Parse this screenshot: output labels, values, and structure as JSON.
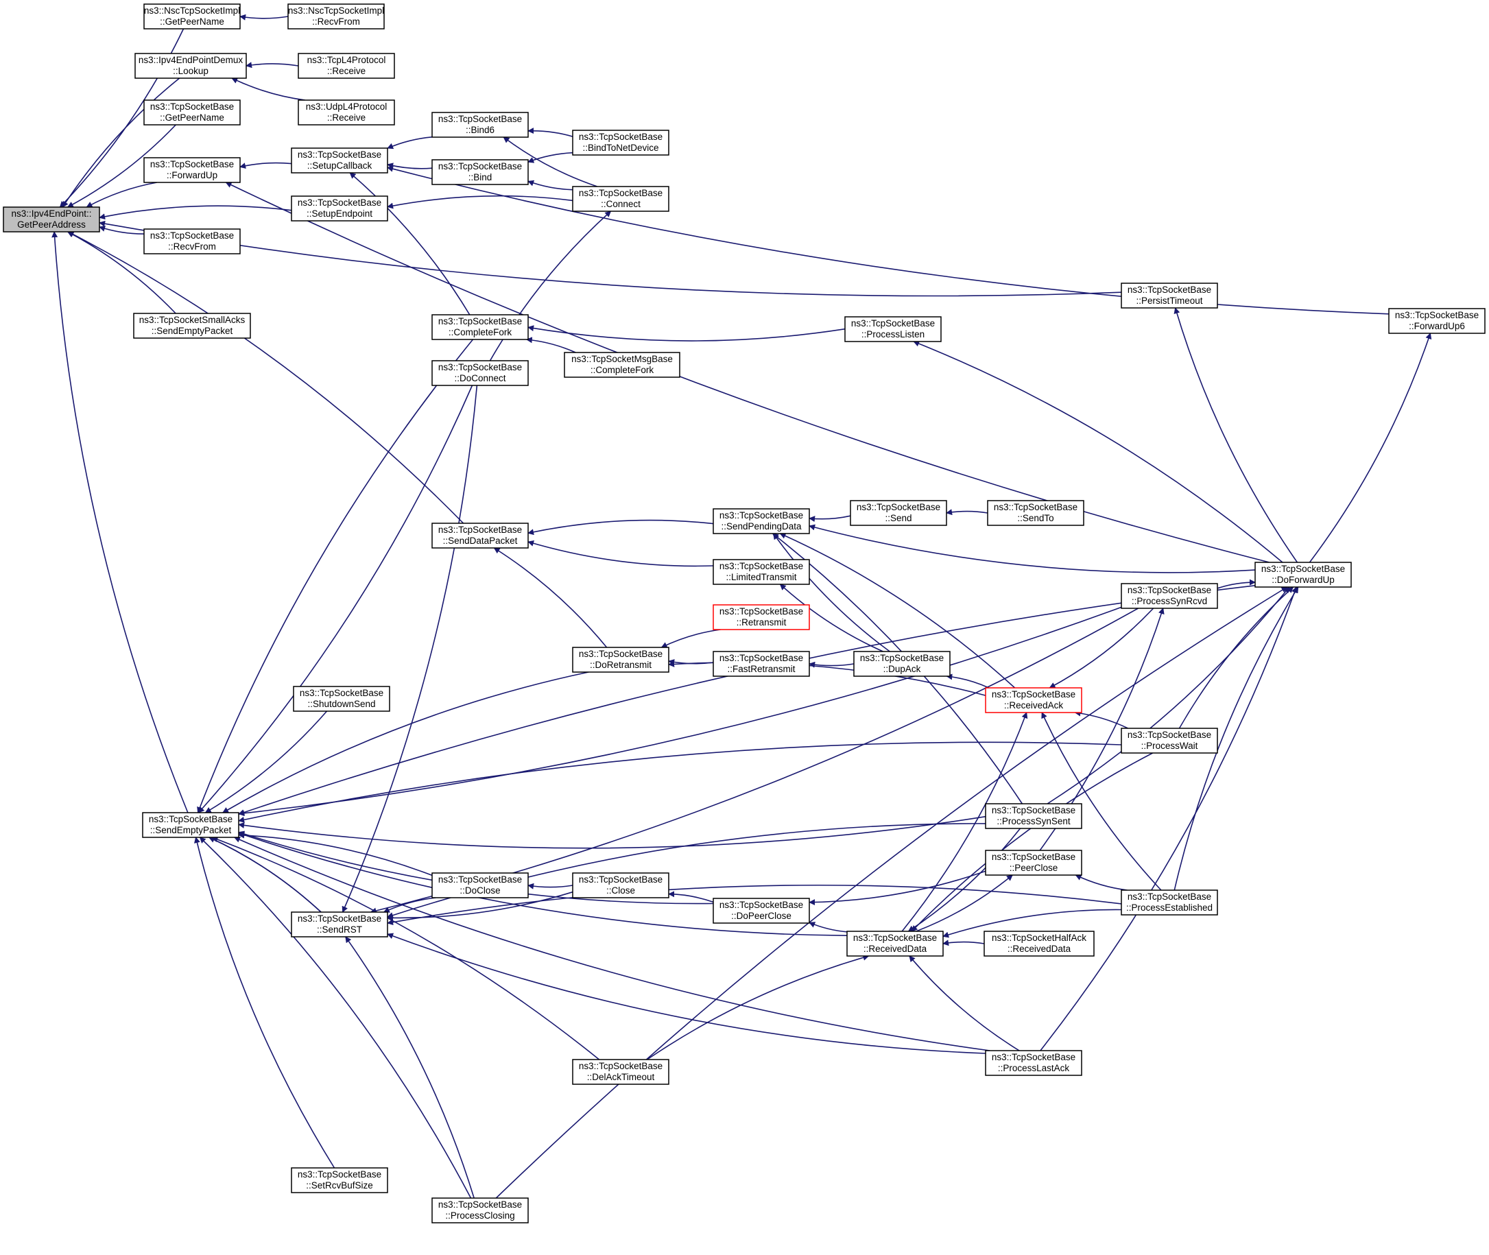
{
  "colors": {
    "edge": "#191970",
    "root_fill": "#bfbfbf",
    "highlight_border": "#ff0000",
    "node_fill": "#ffffff"
  },
  "nodes": [
    {
      "id": "n0",
      "line1": "ns3::Ipv4EndPoint::",
      "line2": "GetPeerAddress",
      "style": "root"
    },
    {
      "id": "n1",
      "line1": "ns3::NscTcpSocketImpl",
      "line2": "::GetPeerName"
    },
    {
      "id": "n2",
      "line1": "ns3::NscTcpSocketImpl",
      "line2": "::RecvFrom"
    },
    {
      "id": "n3",
      "line1": "ns3::Ipv4EndPointDemux",
      "line2": "::Lookup"
    },
    {
      "id": "n4",
      "line1": "ns3::TcpL4Protocol",
      "line2": "::Receive"
    },
    {
      "id": "n5",
      "line1": "ns3::UdpL4Protocol",
      "line2": "::Receive"
    },
    {
      "id": "n6",
      "line1": "ns3::TcpSocketBase",
      "line2": "::GetPeerName"
    },
    {
      "id": "n7",
      "line1": "ns3::TcpSocketBase",
      "line2": "::ForwardUp"
    },
    {
      "id": "n8",
      "line1": "ns3::TcpSocketBase",
      "line2": "::RecvFrom"
    },
    {
      "id": "n9",
      "line1": "ns3::TcpSocketSmallAcks",
      "line2": "::SendEmptyPacket"
    },
    {
      "id": "n10",
      "line1": "ns3::TcpSocketBase",
      "line2": "::SendEmptyPacket"
    },
    {
      "id": "n11",
      "line1": "ns3::TcpSocketBase",
      "line2": "::SetupCallback"
    },
    {
      "id": "n12",
      "line1": "ns3::TcpSocketBase",
      "line2": "::SetupEndpoint"
    },
    {
      "id": "n13",
      "line1": "ns3::TcpSocketBase",
      "line2": "::Bind6"
    },
    {
      "id": "n14",
      "line1": "ns3::TcpSocketBase",
      "line2": "::Bind"
    },
    {
      "id": "n15",
      "line1": "ns3::TcpSocketBase",
      "line2": "::BindToNetDevice"
    },
    {
      "id": "n16",
      "line1": "ns3::TcpSocketBase",
      "line2": "::Connect"
    },
    {
      "id": "n17",
      "line1": "ns3::TcpSocketBase",
      "line2": "::CompleteFork"
    },
    {
      "id": "n18",
      "line1": "ns3::TcpSocketBase",
      "line2": "::DoConnect"
    },
    {
      "id": "n19",
      "line1": "ns3::TcpSocketMsgBase",
      "line2": "::CompleteFork"
    },
    {
      "id": "n20",
      "line1": "ns3::TcpSocketBase",
      "line2": "::ProcessListen"
    },
    {
      "id": "n21",
      "line1": "ns3::TcpSocketBase",
      "line2": "::PersistTimeout"
    },
    {
      "id": "n22",
      "line1": "ns3::TcpSocketBase",
      "line2": "::ForwardUp6"
    },
    {
      "id": "n23",
      "line1": "ns3::TcpSocketBase",
      "line2": "::DoForwardUp"
    },
    {
      "id": "n24",
      "line1": "ns3::TcpSocketBase",
      "line2": "::SendDataPacket"
    },
    {
      "id": "n25",
      "line1": "ns3::TcpSocketBase",
      "line2": "::SendPendingData"
    },
    {
      "id": "n26",
      "line1": "ns3::TcpSocketBase",
      "line2": "::Send"
    },
    {
      "id": "n27",
      "line1": "ns3::TcpSocketBase",
      "line2": "::SendTo"
    },
    {
      "id": "n28",
      "line1": "ns3::TcpSocketBase",
      "line2": "::LimitedTransmit"
    },
    {
      "id": "n29",
      "line1": "ns3::TcpSocketBase",
      "line2": "::Retransmit",
      "style": "red"
    },
    {
      "id": "n30",
      "line1": "ns3::TcpSocketBase",
      "line2": "::DoRetransmit"
    },
    {
      "id": "n31",
      "line1": "ns3::TcpSocketBase",
      "line2": "::FastRetransmit"
    },
    {
      "id": "n32",
      "line1": "ns3::TcpSocketBase",
      "line2": "::DupAck"
    },
    {
      "id": "n33",
      "line1": "ns3::TcpSocketBase",
      "line2": "::ReceivedAck",
      "style": "red"
    },
    {
      "id": "n34",
      "line1": "ns3::TcpSocketBase",
      "line2": "::ProcessSynRcvd"
    },
    {
      "id": "n35",
      "line1": "ns3::TcpSocketBase",
      "line2": "::ProcessWait"
    },
    {
      "id": "n36",
      "line1": "ns3::TcpSocketBase",
      "line2": "::ShutdownSend"
    },
    {
      "id": "n37",
      "line1": "ns3::TcpSocketBase",
      "line2": "::ProcessSynSent"
    },
    {
      "id": "n38",
      "line1": "ns3::TcpSocketBase",
      "line2": "::PeerClose"
    },
    {
      "id": "n39",
      "line1": "ns3::TcpSocketBase",
      "line2": "::ProcessEstablished"
    },
    {
      "id": "n40",
      "line1": "ns3::TcpSocketBase",
      "line2": "::DoClose"
    },
    {
      "id": "n41",
      "line1": "ns3::TcpSocketBase",
      "line2": "::Close"
    },
    {
      "id": "n42",
      "line1": "ns3::TcpSocketBase",
      "line2": "::DoPeerClose"
    },
    {
      "id": "n43",
      "line1": "ns3::TcpSocketBase",
      "line2": "::SendRST"
    },
    {
      "id": "n44",
      "line1": "ns3::TcpSocketBase",
      "line2": "::ReceivedData"
    },
    {
      "id": "n45",
      "line1": "ns3::TcpSocketHalfAck",
      "line2": "::ReceivedData"
    },
    {
      "id": "n46",
      "line1": "ns3::TcpSocketBase",
      "line2": "::DelAckTimeout"
    },
    {
      "id": "n47",
      "line1": "ns3::TcpSocketBase",
      "line2": "::ProcessLastAck"
    },
    {
      "id": "n48",
      "line1": "ns3::TcpSocketBase",
      "line2": "::SetRcvBufSize"
    },
    {
      "id": "n49",
      "line1": "ns3::TcpSocketBase",
      "line2": "::ProcessClosing"
    }
  ],
  "edges": [
    [
      "n1",
      "n0"
    ],
    [
      "n3",
      "n0"
    ],
    [
      "n6",
      "n0"
    ],
    [
      "n7",
      "n0"
    ],
    [
      "n8",
      "n0"
    ],
    [
      "n9",
      "n0"
    ],
    [
      "n10",
      "n0"
    ],
    [
      "n12",
      "n0"
    ],
    [
      "n21",
      "n0"
    ],
    [
      "n24",
      "n0"
    ],
    [
      "n2",
      "n1"
    ],
    [
      "n4",
      "n3"
    ],
    [
      "n5",
      "n3"
    ],
    [
      "n11",
      "n7"
    ],
    [
      "n23",
      "n7"
    ],
    [
      "n13",
      "n11"
    ],
    [
      "n14",
      "n11"
    ],
    [
      "n17",
      "n11"
    ],
    [
      "n22",
      "n11"
    ],
    [
      "n15",
      "n13"
    ],
    [
      "n16",
      "n13"
    ],
    [
      "n15",
      "n14"
    ],
    [
      "n16",
      "n14"
    ],
    [
      "n16",
      "n12"
    ],
    [
      "n20",
      "n17"
    ],
    [
      "n19",
      "n17"
    ],
    [
      "n18",
      "n16"
    ],
    [
      "n23",
      "n20"
    ],
    [
      "n23",
      "n21"
    ],
    [
      "n23",
      "n22"
    ],
    [
      "n34",
      "n23"
    ],
    [
      "n17",
      "n10"
    ],
    [
      "n18",
      "n10"
    ],
    [
      "n30",
      "n10"
    ],
    [
      "n36",
      "n10"
    ],
    [
      "n35",
      "n10"
    ],
    [
      "n37",
      "n10"
    ],
    [
      "n40",
      "n10"
    ],
    [
      "n42",
      "n10"
    ],
    [
      "n43",
      "n10"
    ],
    [
      "n44",
      "n10"
    ],
    [
      "n46",
      "n10"
    ],
    [
      "n48",
      "n10"
    ],
    [
      "n49",
      "n10"
    ],
    [
      "n47",
      "n10"
    ],
    [
      "n23",
      "n10"
    ],
    [
      "n34",
      "n10"
    ],
    [
      "n25",
      "n24"
    ],
    [
      "n28",
      "n24"
    ],
    [
      "n30",
      "n24"
    ],
    [
      "n26",
      "n25"
    ],
    [
      "n27",
      "n26"
    ],
    [
      "n23",
      "n25"
    ],
    [
      "n33",
      "n25"
    ],
    [
      "n32",
      "n25"
    ],
    [
      "n37",
      "n25"
    ],
    [
      "n32",
      "n28"
    ],
    [
      "n29",
      "n30"
    ],
    [
      "n31",
      "n30"
    ],
    [
      "n33",
      "n30"
    ],
    [
      "n32",
      "n31"
    ],
    [
      "n33",
      "n32"
    ],
    [
      "n34",
      "n33"
    ],
    [
      "n35",
      "n33"
    ],
    [
      "n39",
      "n33"
    ],
    [
      "n44",
      "n33"
    ],
    [
      "n35",
      "n23"
    ],
    [
      "n37",
      "n23"
    ],
    [
      "n39",
      "n23"
    ],
    [
      "n47",
      "n23"
    ],
    [
      "n49",
      "n23"
    ],
    [
      "n38",
      "n34"
    ],
    [
      "n39",
      "n38"
    ],
    [
      "n44",
      "n38"
    ],
    [
      "n38",
      "n42"
    ],
    [
      "n40",
      "n43"
    ],
    [
      "n41",
      "n43"
    ],
    [
      "n37",
      "n43"
    ],
    [
      "n34",
      "n43"
    ],
    [
      "n39",
      "n43"
    ],
    [
      "n47",
      "n43"
    ],
    [
      "n49",
      "n43"
    ],
    [
      "n18",
      "n43"
    ],
    [
      "n43",
      "n10"
    ],
    [
      "n41",
      "n40"
    ],
    [
      "n42",
      "n41"
    ],
    [
      "n44",
      "n42"
    ],
    [
      "n45",
      "n44"
    ],
    [
      "n37",
      "n44"
    ],
    [
      "n39",
      "n44"
    ],
    [
      "n47",
      "n44"
    ],
    [
      "n35",
      "n44"
    ],
    [
      "n46",
      "n44"
    ]
  ]
}
